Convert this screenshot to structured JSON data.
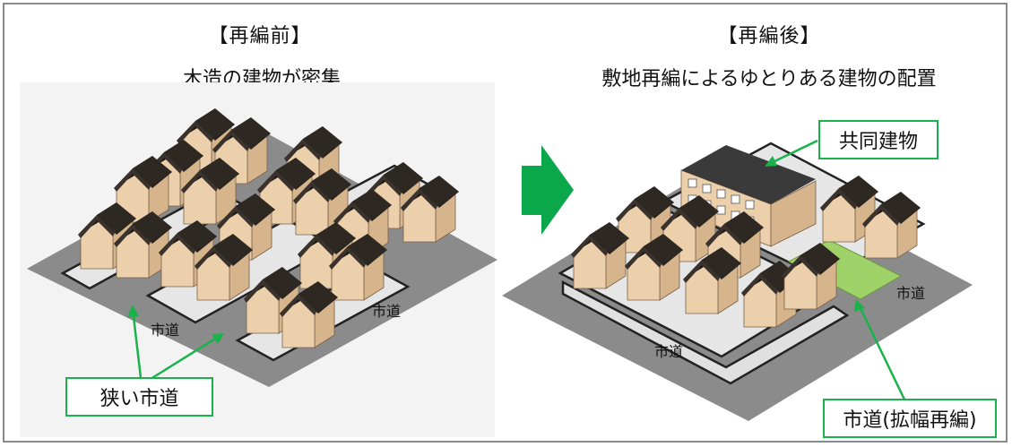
{
  "before": {
    "title": "【再編前】",
    "subtitle": "木造の建物が密集",
    "callout": "狭い市道",
    "road_label_1": "市道",
    "road_label_2": "市道"
  },
  "after": {
    "title": "【再編後】",
    "subtitle": "敷地再編によるゆとりある建物の配置",
    "callout_building": "共同建物",
    "callout_road": "市道(拡幅再編)",
    "road_label_1": "市道",
    "road_label_2": "市道"
  },
  "colors": {
    "callout_border": "#19b24b",
    "arrow": "#0aa84a",
    "roof": "#2a2420",
    "wall": "#e9c9a3",
    "road": "#8b8b8b",
    "lot": "#e8e8e8",
    "green_space": "#9fd36a"
  },
  "icons": {
    "transition_arrow": "right-arrow-icon"
  }
}
